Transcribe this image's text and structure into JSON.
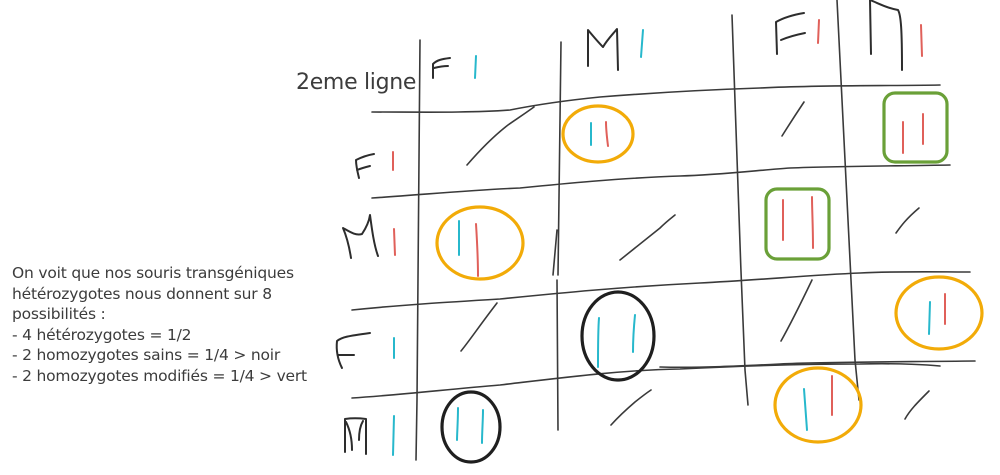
{
  "diagram": {
    "type": "punnett-square",
    "row_caption": "2eme ligne",
    "legend_colors": {
      "allele_normal": "#27b8cc",
      "allele_modified": "#e0605a",
      "heterozygous_ring": "#f2ab08",
      "homozygous_healthy_ring": "#1f1f1f",
      "homozygous_modified_box": "#6aa038"
    },
    "columns": [
      {
        "sex": "F",
        "allele": "blue"
      },
      {
        "sex": "M",
        "allele": "blue"
      },
      {
        "sex": "F",
        "allele": "red"
      },
      {
        "sex": "M",
        "allele": "red"
      }
    ],
    "rows": [
      {
        "sex": "F",
        "allele": "red",
        "cells": [
          "slash",
          "heterozygous",
          "slash",
          "homozygous-modified"
        ]
      },
      {
        "sex": "M",
        "allele": "red",
        "cells": [
          "heterozygous",
          "slash",
          "homozygous-modified",
          "slash"
        ]
      },
      {
        "sex": "F",
        "allele": "blue",
        "cells": [
          "slash",
          "homozygous-healthy",
          "slash",
          "heterozygous"
        ]
      },
      {
        "sex": "M",
        "allele": "blue",
        "cells": [
          "homozygous-healthy",
          "slash",
          "heterozygous",
          "slash"
        ]
      }
    ]
  },
  "note": {
    "lines": [
      "On voit que nos souris transgéniques",
      "hétérozygotes nous donnent sur 8",
      "possibilités :",
      "- 4 hétérozygotes = 1/2",
      "- 2 homozygotes sains = 1/4 > noir",
      "- 2 homozygotes modifiés = 1/4 > vert"
    ]
  }
}
